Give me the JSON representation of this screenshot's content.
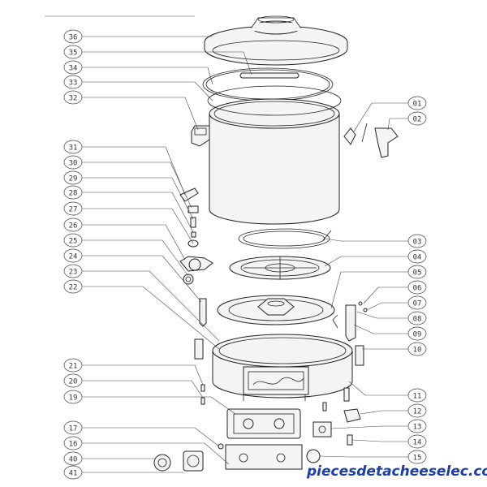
{
  "watermark": "piecesdetacheeselec.com",
  "callouts": [
    {
      "id": "c36",
      "label": "36"
    },
    {
      "id": "c35",
      "label": "35"
    },
    {
      "id": "c34",
      "label": "34"
    },
    {
      "id": "c33",
      "label": "33"
    },
    {
      "id": "c32",
      "label": "32"
    },
    {
      "id": "c31",
      "label": "31"
    },
    {
      "id": "c30",
      "label": "30"
    },
    {
      "id": "c29",
      "label": "29"
    },
    {
      "id": "c28",
      "label": "28"
    },
    {
      "id": "c27",
      "label": "27"
    },
    {
      "id": "c26",
      "label": "26"
    },
    {
      "id": "c25",
      "label": "25"
    },
    {
      "id": "c24",
      "label": "24"
    },
    {
      "id": "c23",
      "label": "23"
    },
    {
      "id": "c22",
      "label": "22"
    },
    {
      "id": "c21",
      "label": "21"
    },
    {
      "id": "c20",
      "label": "20"
    },
    {
      "id": "c19",
      "label": "19"
    },
    {
      "id": "c17",
      "label": "17"
    },
    {
      "id": "c16",
      "label": "16"
    },
    {
      "id": "c40",
      "label": "40"
    },
    {
      "id": "c41",
      "label": "41"
    },
    {
      "id": "c01",
      "label": "01"
    },
    {
      "id": "c02",
      "label": "02"
    },
    {
      "id": "c03",
      "label": "03"
    },
    {
      "id": "c04",
      "label": "04"
    },
    {
      "id": "c05",
      "label": "05"
    },
    {
      "id": "c06",
      "label": "06"
    },
    {
      "id": "c07",
      "label": "07"
    },
    {
      "id": "c08",
      "label": "08"
    },
    {
      "id": "c09",
      "label": "09"
    },
    {
      "id": "c10",
      "label": "10"
    },
    {
      "id": "c11",
      "label": "11"
    },
    {
      "id": "c12",
      "label": "12"
    },
    {
      "id": "c13",
      "label": "13"
    },
    {
      "id": "c14",
      "label": "14"
    },
    {
      "id": "c15",
      "label": "15"
    }
  ]
}
